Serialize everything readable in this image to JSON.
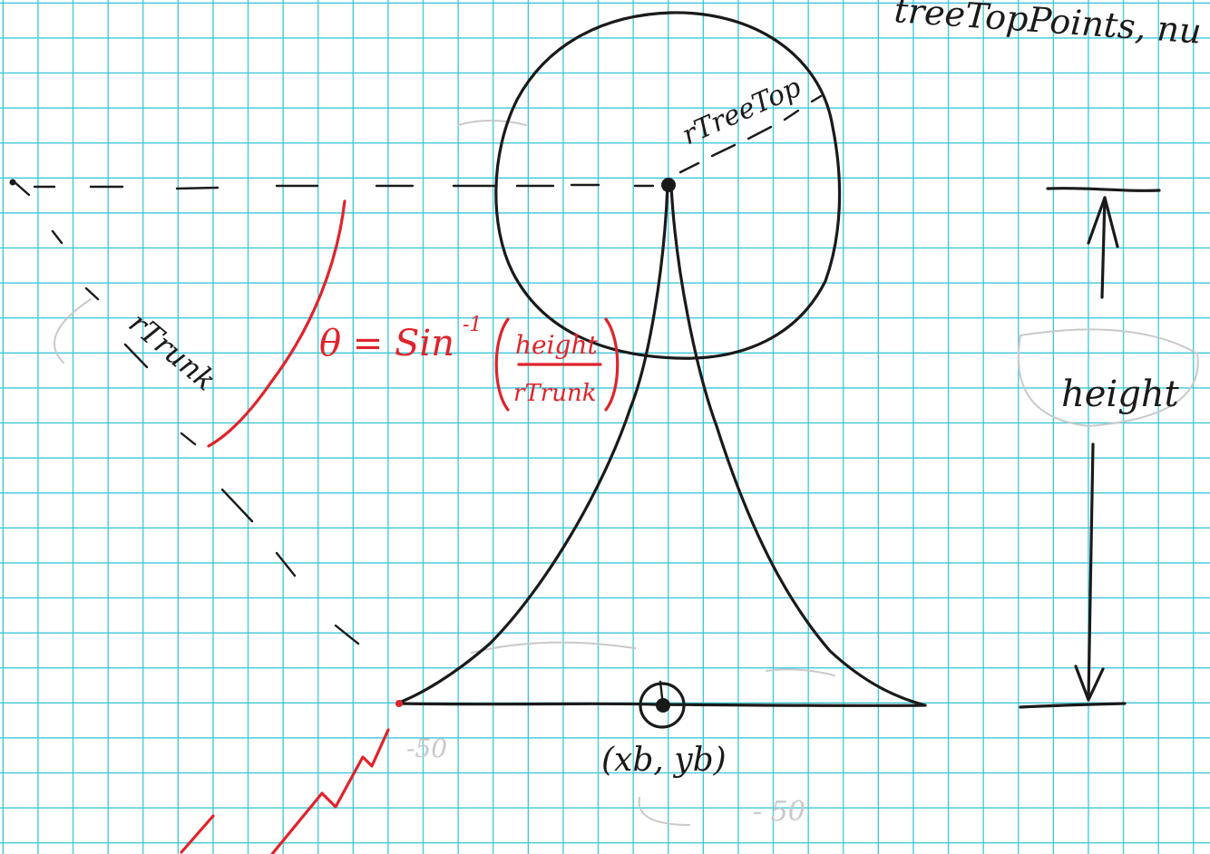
{
  "labels": {
    "top_note": "treeTopPoints, nu",
    "tree_top": "rTreeTop",
    "trunk": "rTrunk",
    "theta_prefix": "θ = Sin",
    "theta_exp": "-1",
    "frac_num": "height",
    "frac_den": "rTrunk",
    "height": "height",
    "base_point": "(xb, yb)",
    "faint_a": "-50",
    "faint_b": "- 50"
  },
  "colors": {
    "grid": "#3cc6d6",
    "ink": "#1a1a1a",
    "red": "#e0232b",
    "paper": "#ffffff"
  }
}
